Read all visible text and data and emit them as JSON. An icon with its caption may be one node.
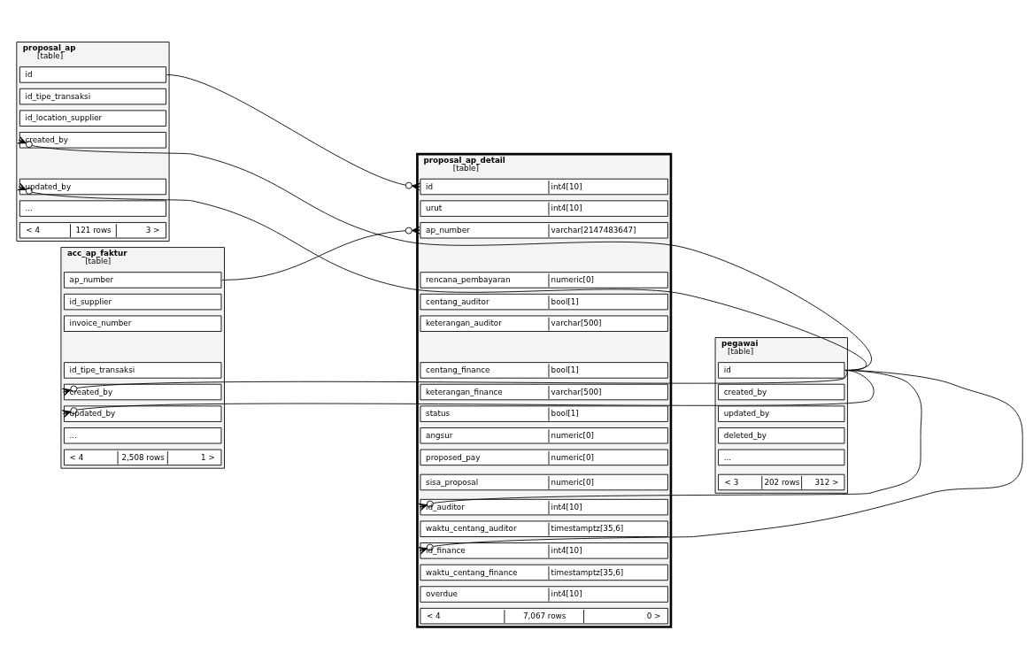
{
  "diagram": {
    "nodes": [
      {
        "text": [
          "proposal_ap",
          "[table]"
        ]
      },
      {
        "text": [
          "id"
        ],
        "in": 0
      },
      {
        "text": [
          "id_tipe_transaksi"
        ],
        "in": 0
      },
      {
        "text": [
          "id_location_supplier"
        ],
        "in": 0
      },
      {
        "text": [
          "created_by"
        ],
        "in": 0
      },
      {
        "text": [
          "updated_by"
        ],
        "in": 0
      },
      {
        "text": [
          "..."
        ],
        "in": 0
      },
      {
        "text": [
          "< 4",
          "121 rows",
          "3 >"
        ],
        "in": 0
      },
      {
        "text": [
          "acc_ap_faktur",
          "[table]"
        ]
      },
      {
        "text": [
          "ap_number"
        ],
        "in": 8
      },
      {
        "text": [
          "id_supplier"
        ],
        "in": 8
      },
      {
        "text": [
          "invoice_number"
        ],
        "in": 8
      },
      {
        "text": [
          "id_tipe_transaksi"
        ],
        "in": 8
      },
      {
        "text": [
          "created_by"
        ],
        "in": 8
      },
      {
        "text": [
          "updated_by"
        ],
        "in": 8
      },
      {
        "text": [
          "..."
        ],
        "in": 8
      },
      {
        "text": [
          "< 4",
          "2,508 rows",
          "1 >"
        ],
        "in": 8
      },
      {
        "text": [
          "pegawai",
          "[table]"
        ]
      },
      {
        "text": [
          "id"
        ],
        "in": 17
      },
      {
        "text": [
          "created_by"
        ],
        "in": 17
      },
      {
        "text": [
          "updated_by"
        ],
        "in": 17
      },
      {
        "text": [
          "deleted_by"
        ],
        "in": 17
      },
      {
        "text": [
          "..."
        ],
        "in": 17
      },
      {
        "text": [
          "< 3",
          "202 rows",
          "312 >"
        ],
        "in": 17
      },
      {
        "text": [
          "proposal_ap_detail",
          "[table]"
        ]
      },
      {
        "text": [
          "id",
          "int4[10]"
        ],
        "in": 24
      },
      {
        "text": [
          "urut",
          "int4[10]"
        ],
        "in": 24
      },
      {
        "text": [
          "ap_number",
          "varchar[2147483647]"
        ],
        "in": 24
      },
      {
        "text": [
          "rencana_pembayaran",
          "numeric[0]"
        ],
        "in": 24
      },
      {
        "text": [
          "centang_auditor",
          "bool[1]"
        ],
        "in": 24
      },
      {
        "text": [
          "keterangan_auditor",
          "varchar[500]"
        ],
        "in": 24
      },
      {
        "text": [
          "centang_finance",
          "bool[1]"
        ],
        "in": 24
      },
      {
        "text": [
          "keterangan_finance",
          "varchar[500]"
        ],
        "in": 24
      },
      {
        "text": [
          "status",
          "bool[1]"
        ],
        "in": 24
      },
      {
        "text": [
          "angsur",
          "numeric[0]"
        ],
        "in": 24
      },
      {
        "text": [
          "proposed_pay",
          "numeric[0]"
        ],
        "in": 24
      },
      {
        "text": [
          "sisa_proposal",
          "numeric[0]"
        ],
        "in": 24
      },
      {
        "text": [
          "id_auditor",
          "int4[10]"
        ],
        "in": 24
      },
      {
        "text": [
          "waktu_centang_auditor",
          "timestamptz[35,6]"
        ],
        "in": 24
      },
      {
        "text": [
          "id_finance",
          "int4[10]"
        ],
        "in": 24
      },
      {
        "text": [
          "waktu_centang_finance",
          "timestamptz[35,6]"
        ],
        "in": 24
      },
      {
        "text": [
          "overdue",
          "int4[10]"
        ],
        "in": 24
      },
      {
        "text": [
          "< 4",
          "7,067 rows",
          "0 >"
        ],
        "in": 24
      }
    ],
    "edges": [
      {
        "from": 1,
        "to": 25,
        "arrow": "other"
      },
      {
        "from": 18,
        "to": 4,
        "arrow": "other"
      },
      {
        "from": 18,
        "to": 5,
        "arrow": "other"
      },
      {
        "from": 9,
        "to": 27,
        "arrow": "other"
      },
      {
        "from": 18,
        "to": 13,
        "arrow": "other"
      },
      {
        "from": 18,
        "to": 14,
        "arrow": "other"
      },
      {
        "from": 18,
        "to": 37,
        "arrow": "other"
      },
      {
        "from": 18,
        "to": 39,
        "arrow": "other"
      }
    ]
  }
}
